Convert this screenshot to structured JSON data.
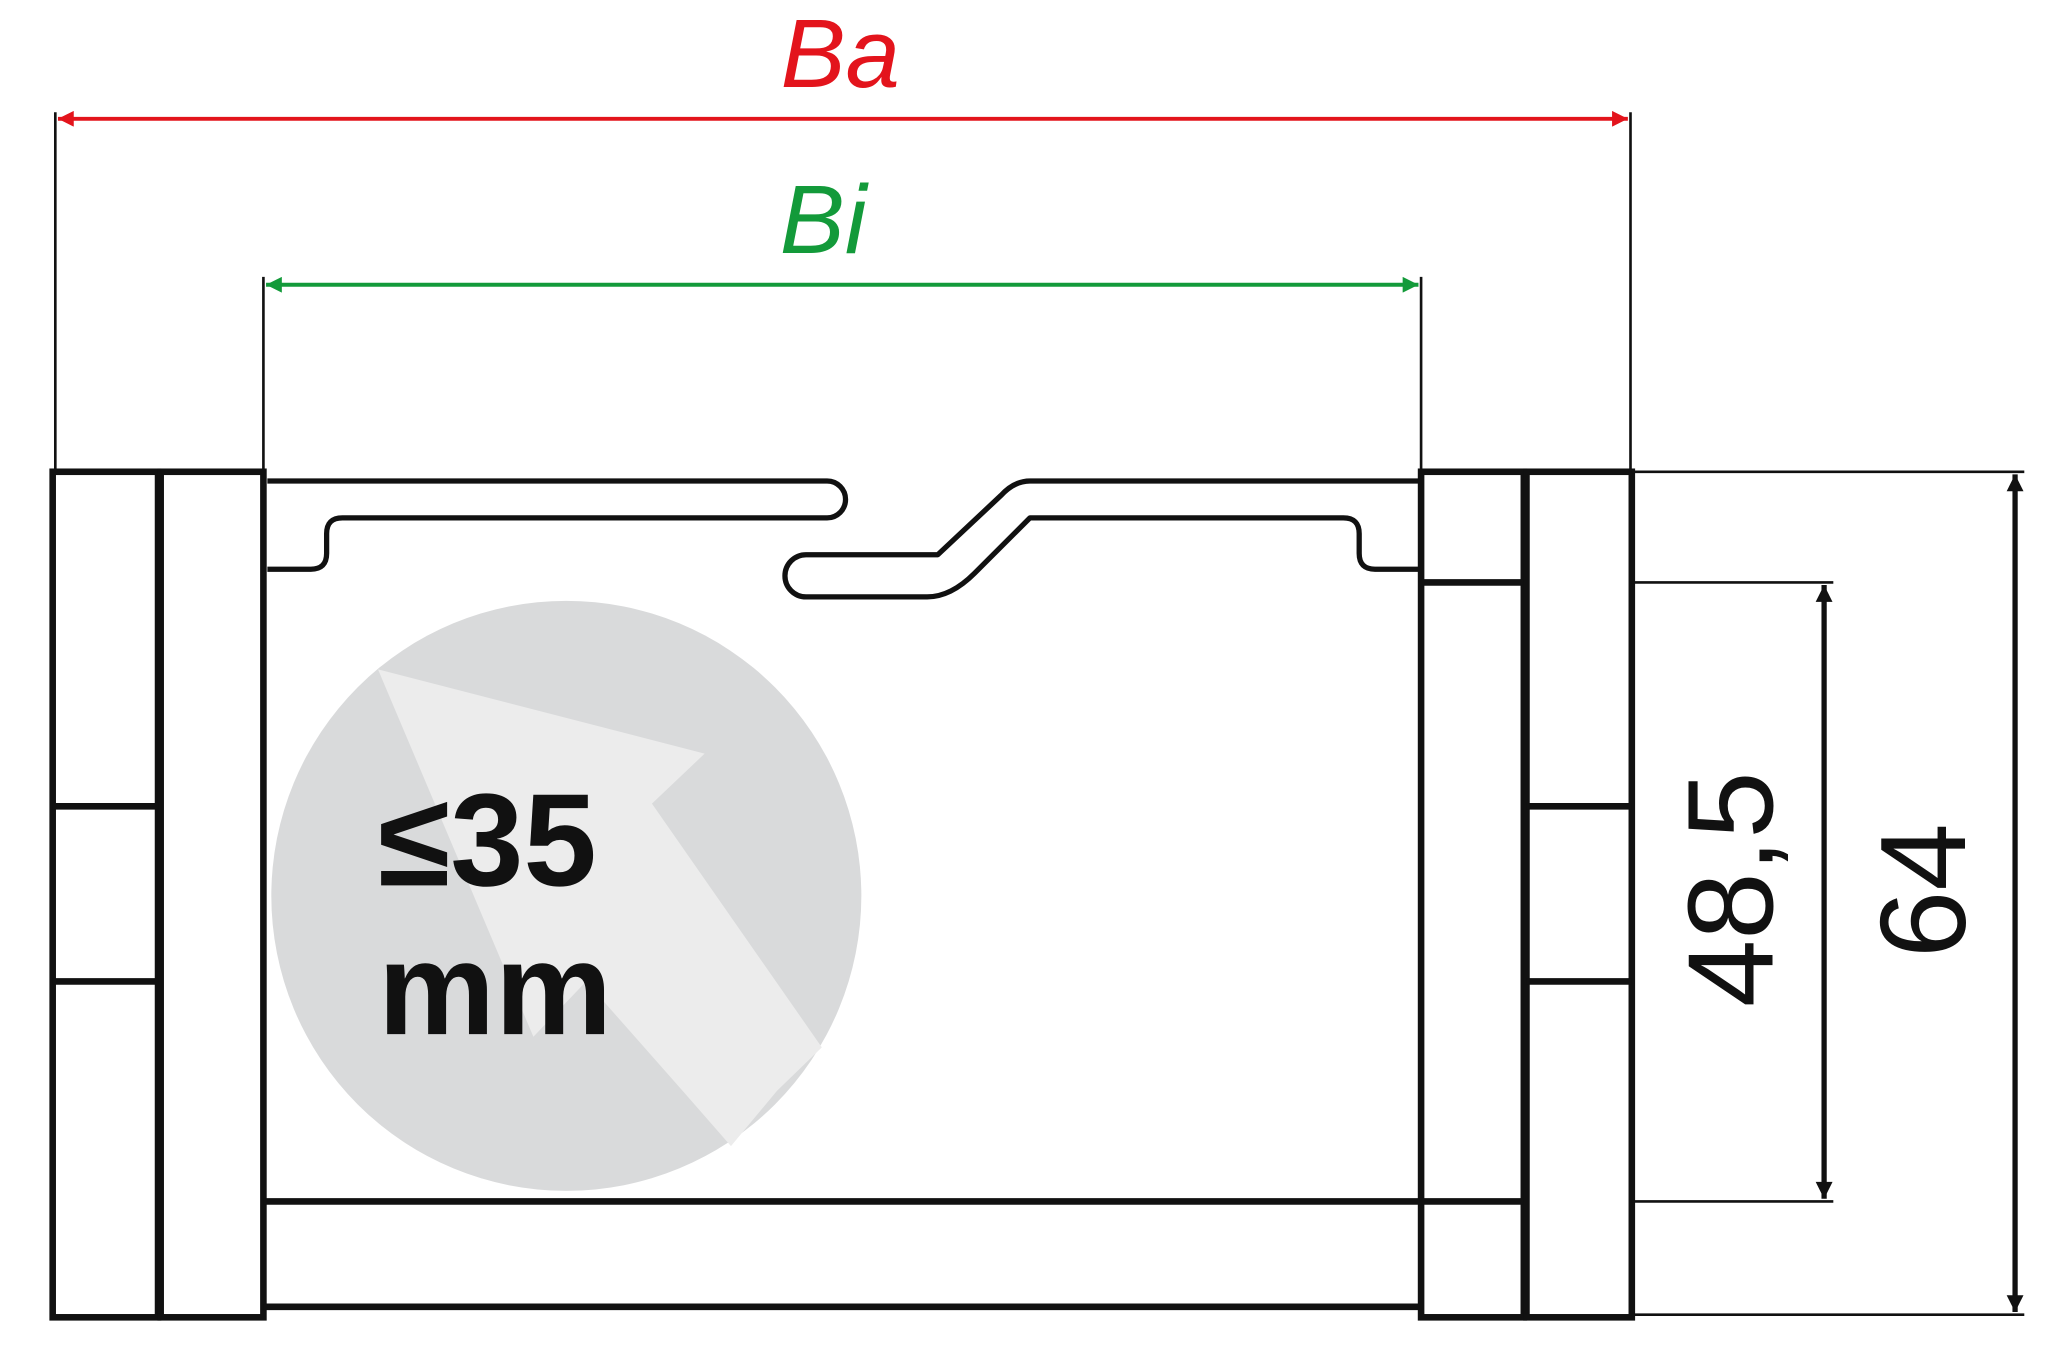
{
  "dimensions": {
    "outer_width_label": "Ba",
    "inner_width_label": "Bi",
    "inner_height": "48,5",
    "outer_height": "64"
  },
  "cable_spec": {
    "line1": "≤35",
    "line2": "mm"
  },
  "colors": {
    "outer_dimension": "#e3141c",
    "inner_dimension": "#139a3a",
    "outline": "#111111",
    "cable_circle": "#d9dadb",
    "cable_arrow": "#ececec"
  }
}
